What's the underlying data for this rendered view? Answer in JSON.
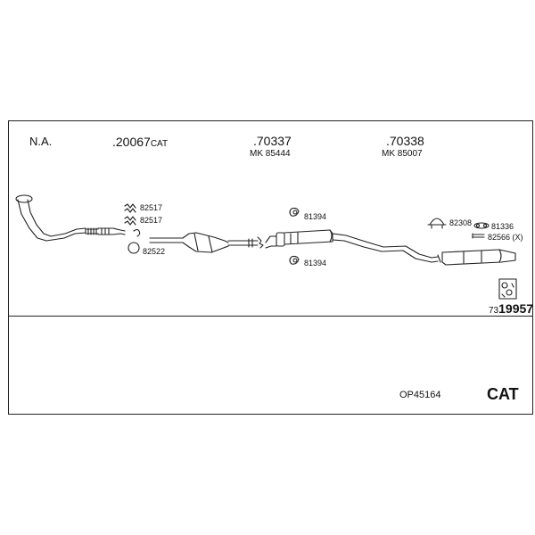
{
  "header": {
    "col1": "N.A.",
    "col2_num": ".20067",
    "col2_suffix": "CAT",
    "col3": ".70337",
    "col3_sub": "MK 85444",
    "col4": ".70338",
    "col4_sub": "MK 85007"
  },
  "parts": {
    "p82517a": "82517",
    "p82517b": "82517",
    "p82522": "82522",
    "p81394a": "81394",
    "p81394b": "81394",
    "p82308": "82308",
    "p81336": "81336",
    "p82566": "82566 (X)"
  },
  "catalog": {
    "prefix": "73",
    "number": "19957"
  },
  "footer": {
    "code": "OP45164",
    "type": "CAT"
  }
}
